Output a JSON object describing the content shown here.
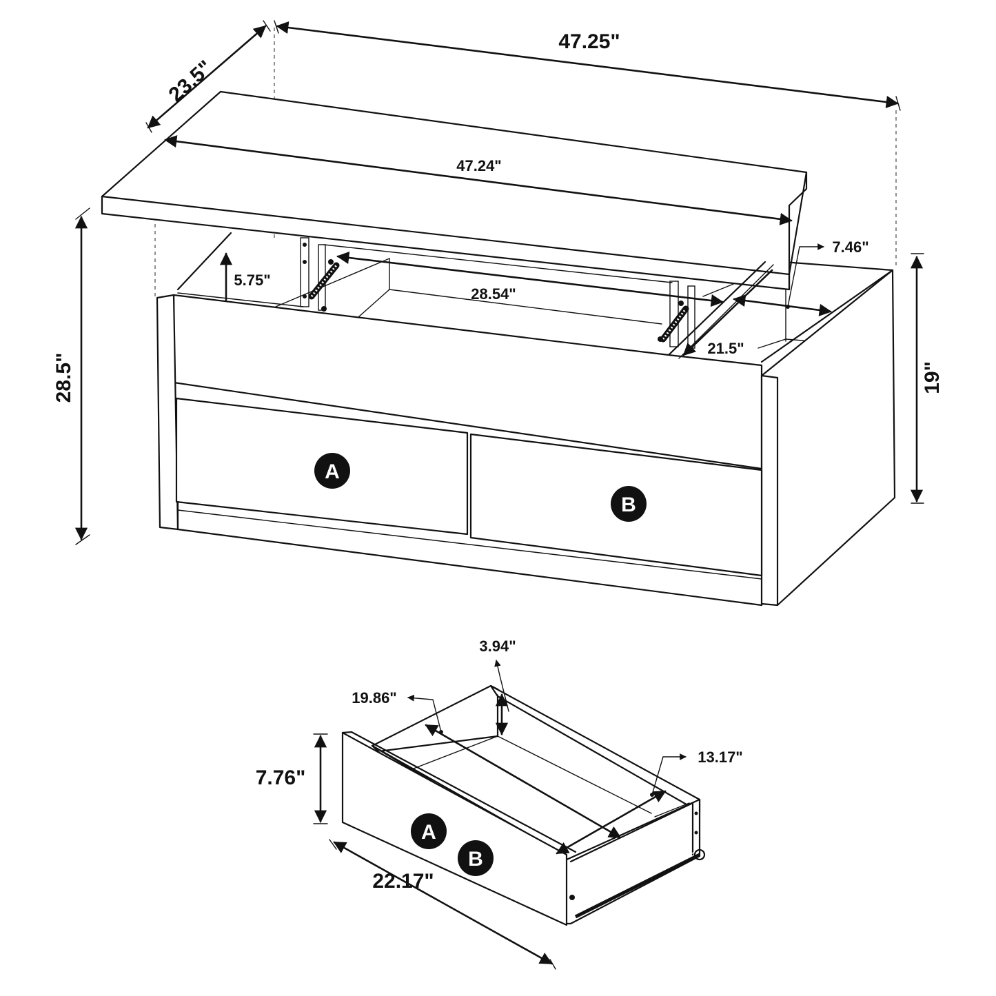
{
  "table": {
    "overall_width": "47.25\"",
    "overall_depth": "23.5\"",
    "top_width": "47.24\"",
    "overall_height": "28.5\"",
    "closed_height": "19\"",
    "lift_clearance": "5.75\"",
    "inner_compartment_width": "28.54\"",
    "side_compartment_width": "7.46\"",
    "side_compartment_depth": "21.5\"",
    "drawer_labels": [
      "A",
      "B"
    ]
  },
  "drawer": {
    "inner_length": "19.86\"",
    "inner_height": "3.94\"",
    "inner_width": "13.17\"",
    "front_height": "7.76\"",
    "front_width": "22.17\"",
    "labels": [
      "A",
      "B"
    ]
  }
}
